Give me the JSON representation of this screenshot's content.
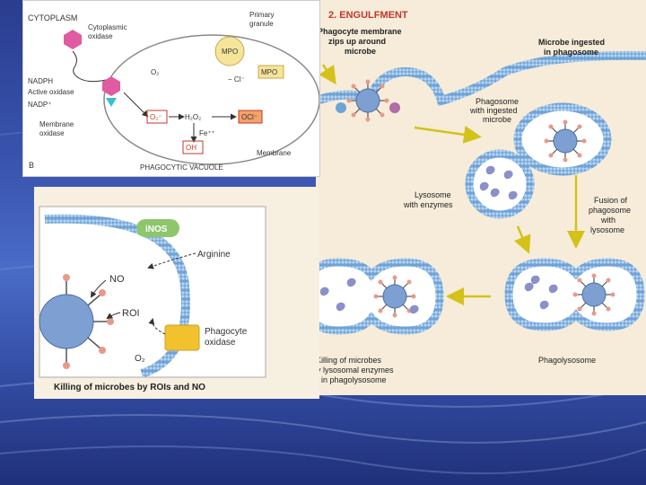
{
  "main": {
    "heading": "2. ENGULFMENT",
    "labels": {
      "zips_1": "Phagocyte membrane",
      "zips_2": "zips up around",
      "zips_3": "microbe",
      "ingested_1": "Microbe ingested",
      "ingested_2": "in phagosome",
      "phagosome_1": "Phagosome",
      "phagosome_2": "with ingested",
      "phagosome_3": "microbe",
      "lysosome_1": "Lysosome",
      "lysosome_2": "with enzymes",
      "fusion_1": "Fusion of",
      "fusion_2": "phagosome",
      "fusion_3": "with",
      "fusion_4": "lysosome",
      "killing_1": "Killing of microbes",
      "killing_2": "by lysosomal enzymes",
      "killing_3": "in phagolysosome",
      "phagolysosome": "Phagolysosome"
    }
  },
  "inset_b": {
    "panel_letter": "B",
    "labels": {
      "cytoplasm": "CYTOPLASM",
      "cyto_oxidase_1": "Cytoplasmic",
      "cyto_oxidase_2": "oxidase",
      "primary_1": "Primary",
      "primary_2": "granule",
      "mpo_a": "MPO",
      "mpo_b": "MPO",
      "o2": "O₂",
      "cl": "− Cl⁻",
      "nadph": "NADPH",
      "active_oxidase": "Active oxidase",
      "nadp": "NADP⁺",
      "membrane_ox_1": "Membrane",
      "membrane_ox_2": "oxidase",
      "superoxide": "O₂⁻",
      "h2o2": "H₂O₂",
      "ocl": "OCl⁻",
      "fe": "Fe⁺⁺",
      "oh": "OH˙",
      "membrane": "Membrane",
      "vacuole": "PHAGOCYTIC VACUOLE"
    }
  },
  "killing": {
    "inos": "iNOS",
    "arginine": "Arginine",
    "no": "NO",
    "roi": "ROI",
    "oxidase_1": "Phagocyte",
    "oxidase_2": "oxidase",
    "o2": "O₂",
    "caption": "Killing of microbes by ROIs and NO"
  },
  "colors": {
    "membrane": "#6fa3d8",
    "membrane_head": "#8fbbe8",
    "lumen": "#ffffff",
    "lysosome_granule": "#8b90c8",
    "microbe": "#7d9fd2",
    "spike_tip": "#e89a8a",
    "oxidase_box": "#f2c12e",
    "inos": "#8ec66b",
    "arrow": "#d4c11a",
    "mpo_box": "#f5e59a",
    "ocl_box": "#f3a26b",
    "hex_pink": "#e05b9f",
    "tri_cyan": "#36c0d0"
  }
}
